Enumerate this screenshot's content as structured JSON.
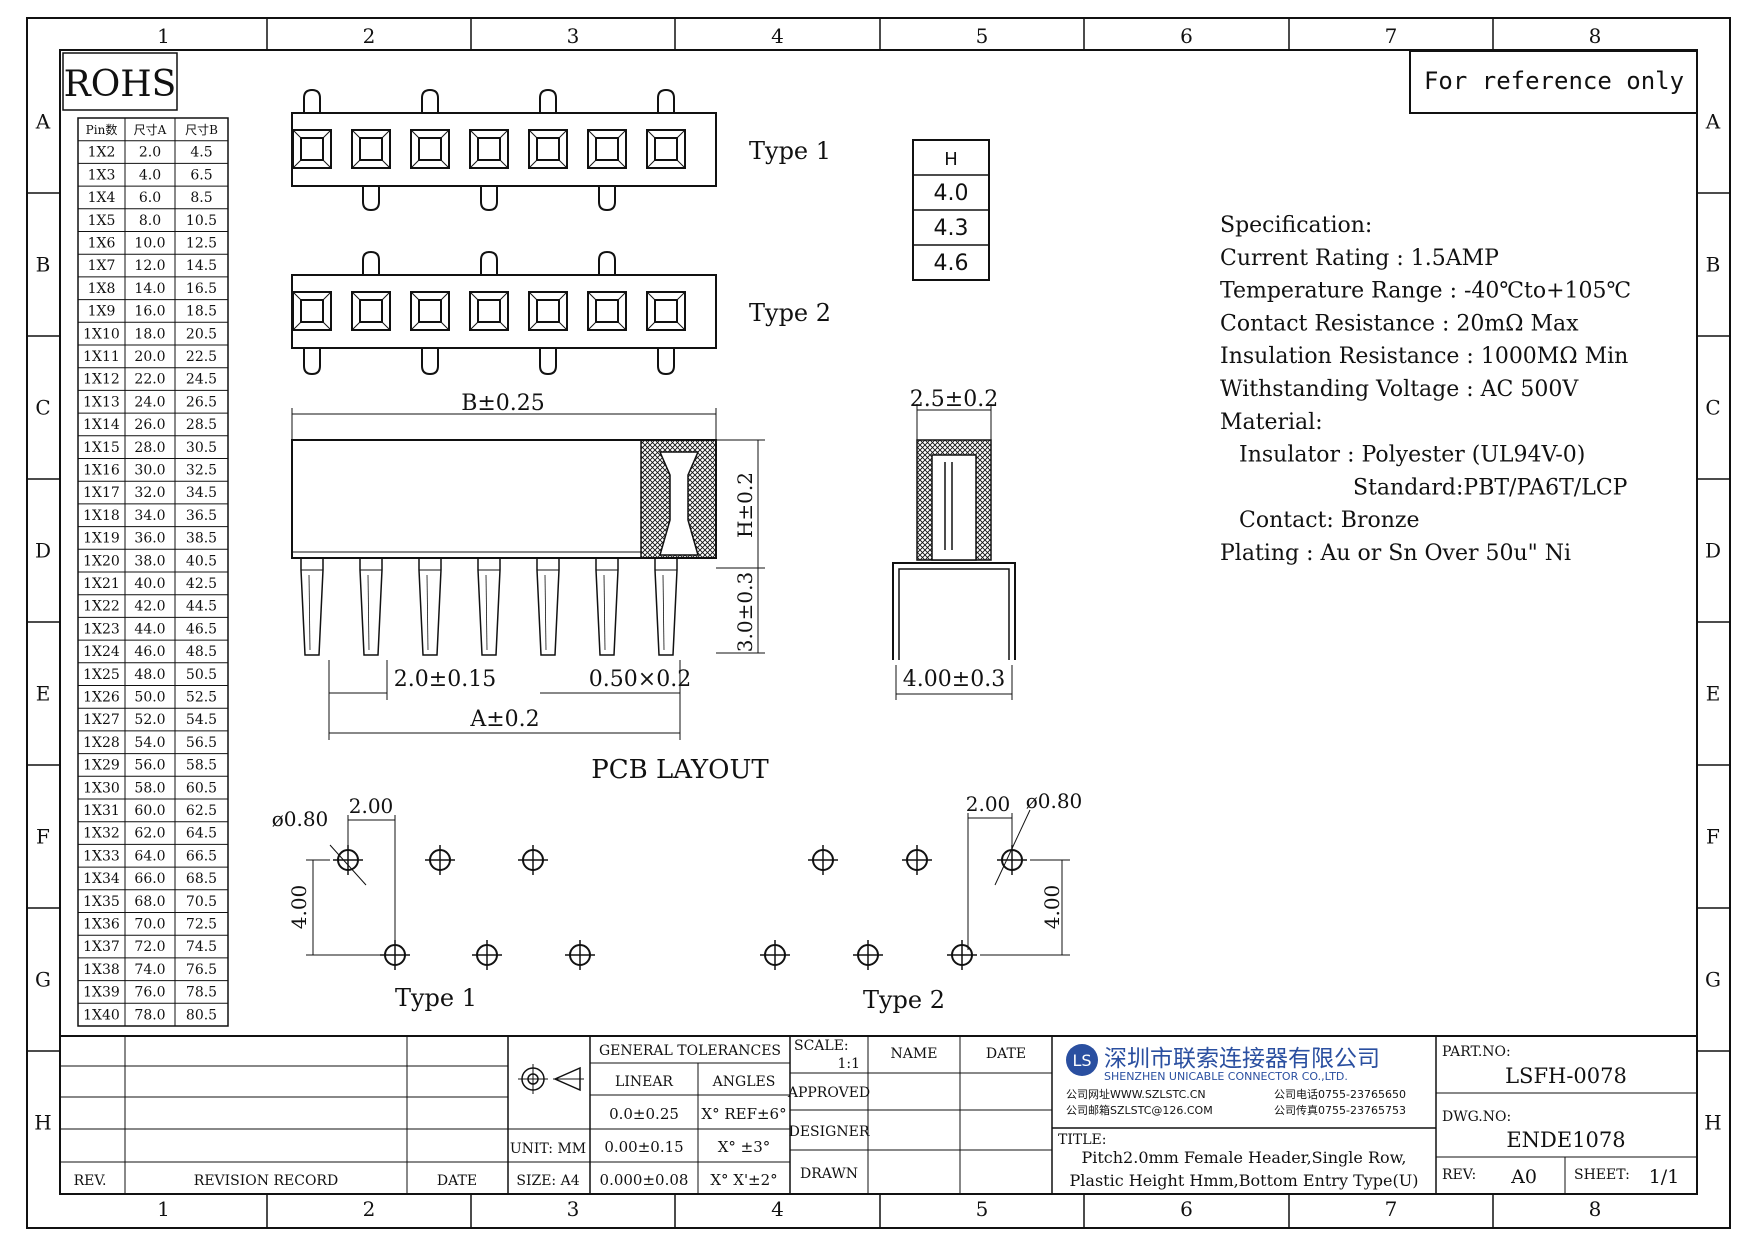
{
  "frame": {
    "col_labels": [
      "1",
      "2",
      "3",
      "4",
      "5",
      "6",
      "7",
      "8"
    ],
    "row_labels": [
      "A",
      "B",
      "C",
      "D",
      "E",
      "F",
      "G",
      "H"
    ]
  },
  "rohs": "ROHS",
  "reference_note": "For reference only",
  "pin_table": {
    "headers": [
      "Pin数",
      "尺寸A",
      "尺寸B"
    ],
    "rows": [
      [
        "1X2",
        "2.0",
        "4.5"
      ],
      [
        "1X3",
        "4.0",
        "6.5"
      ],
      [
        "1X4",
        "6.0",
        "8.5"
      ],
      [
        "1X5",
        "8.0",
        "10.5"
      ],
      [
        "1X6",
        "10.0",
        "12.5"
      ],
      [
        "1X7",
        "12.0",
        "14.5"
      ],
      [
        "1X8",
        "14.0",
        "16.5"
      ],
      [
        "1X9",
        "16.0",
        "18.5"
      ],
      [
        "1X10",
        "18.0",
        "20.5"
      ],
      [
        "1X11",
        "20.0",
        "22.5"
      ],
      [
        "1X12",
        "22.0",
        "24.5"
      ],
      [
        "1X13",
        "24.0",
        "26.5"
      ],
      [
        "1X14",
        "26.0",
        "28.5"
      ],
      [
        "1X15",
        "28.0",
        "30.5"
      ],
      [
        "1X16",
        "30.0",
        "32.5"
      ],
      [
        "1X17",
        "32.0",
        "34.5"
      ],
      [
        "1X18",
        "34.0",
        "36.5"
      ],
      [
        "1X19",
        "36.0",
        "38.5"
      ],
      [
        "1X20",
        "38.0",
        "40.5"
      ],
      [
        "1X21",
        "40.0",
        "42.5"
      ],
      [
        "1X22",
        "42.0",
        "44.5"
      ],
      [
        "1X23",
        "44.0",
        "46.5"
      ],
      [
        "1X24",
        "46.0",
        "48.5"
      ],
      [
        "1X25",
        "48.0",
        "50.5"
      ],
      [
        "1X26",
        "50.0",
        "52.5"
      ],
      [
        "1X27",
        "52.0",
        "54.5"
      ],
      [
        "1X28",
        "54.0",
        "56.5"
      ],
      [
        "1X29",
        "56.0",
        "58.5"
      ],
      [
        "1X30",
        "58.0",
        "60.5"
      ],
      [
        "1X31",
        "60.0",
        "62.5"
      ],
      [
        "1X32",
        "62.0",
        "64.5"
      ],
      [
        "1X33",
        "64.0",
        "66.5"
      ],
      [
        "1X34",
        "66.0",
        "68.5"
      ],
      [
        "1X35",
        "68.0",
        "70.5"
      ],
      [
        "1X36",
        "70.0",
        "72.5"
      ],
      [
        "1X37",
        "72.0",
        "74.5"
      ],
      [
        "1X38",
        "74.0",
        "76.5"
      ],
      [
        "1X39",
        "76.0",
        "78.5"
      ],
      [
        "1X40",
        "78.0",
        "80.5"
      ]
    ]
  },
  "drawing": {
    "type1_label": "Type 1",
    "type2_label": "Type 2",
    "dim_B": "B±0.25",
    "dim_H": "H±0.2",
    "dim_30": "3.0±0.3",
    "dim_pitch": "2.0±0.15",
    "dim_pin": "0.50×0.2",
    "dim_A": "A±0.2",
    "dim_25": "2.5±0.2",
    "dim_400": "4.00±0.3",
    "pcb_title": "PCB LAYOUT",
    "pcb_dia": "ø0.80",
    "pcb_pitch": "2.00",
    "pcb_row": "4.00",
    "pcb_type1": "Type 1",
    "pcb_type2": "Type 2"
  },
  "h_table": {
    "header": "H",
    "values": [
      "4.0",
      "4.3",
      "4.6"
    ]
  },
  "spec": {
    "lines": [
      "Specification:",
      "Current Rating : 1.5AMP",
      "Temperature Range : -40℃to+105℃",
      "Contact Resistance : 20mΩ Max",
      "Insulation Resistance : 1000MΩ Min",
      "Withstanding Voltage : AC 500V",
      "Material:",
      "  Insulator : Polyester (UL94V-0)",
      "              Standard:PBT/PA6T/LCP",
      "  Contact: Bronze",
      "Plating : Au or Sn Over 50u\" Ni"
    ]
  },
  "title_block": {
    "rev_label": "REV.",
    "revision_record": "REVISION RECORD",
    "date_label": "DATE",
    "unit": "UNIT: MM",
    "size": "SIZE: A4",
    "general_tolerances": "GENERAL TOLERANCES",
    "linear": "LINEAR",
    "angles": "ANGLES",
    "tol1": "0.0±0.25",
    "tol2": "0.00±0.15",
    "tol3": "0.000±0.08",
    "ang1": "X° REF±6°",
    "ang2": "X° ±3°",
    "ang3": "X° X'±2°",
    "scale_label": "SCALE:",
    "scale_value": "1:1",
    "name": "NAME",
    "date": "DATE",
    "approved": "APPROVED",
    "designer": "DESIGNER",
    "drawn": "DRAWN",
    "company_cn": "深圳市联索连接器有限公司",
    "company_en": "SHENZHEN UNICABLE CONNECTOR CO.,LTD.",
    "web": "公司网址WWW.SZLSTC.CN",
    "email": "公司邮箱SZLSTC@126.COM",
    "phone": "公司电话0755-23765650",
    "fax": "公司传真0755-23765753",
    "title_label": "TITLE:",
    "title_line1": "Pitch2.0mm Female Header,Single Row,",
    "title_line2": "Plastic Height Hmm,Bottom Entry Type(U)",
    "part_label": "PART.NO:",
    "part_no": "LSFH-0078",
    "dwg_label": "DWG.NO:",
    "dwg_no": "ENDE1078",
    "rev2_label": "REV:",
    "rev_value": "A0",
    "sheet_label": "SHEET:",
    "sheet_value": "1/1"
  }
}
